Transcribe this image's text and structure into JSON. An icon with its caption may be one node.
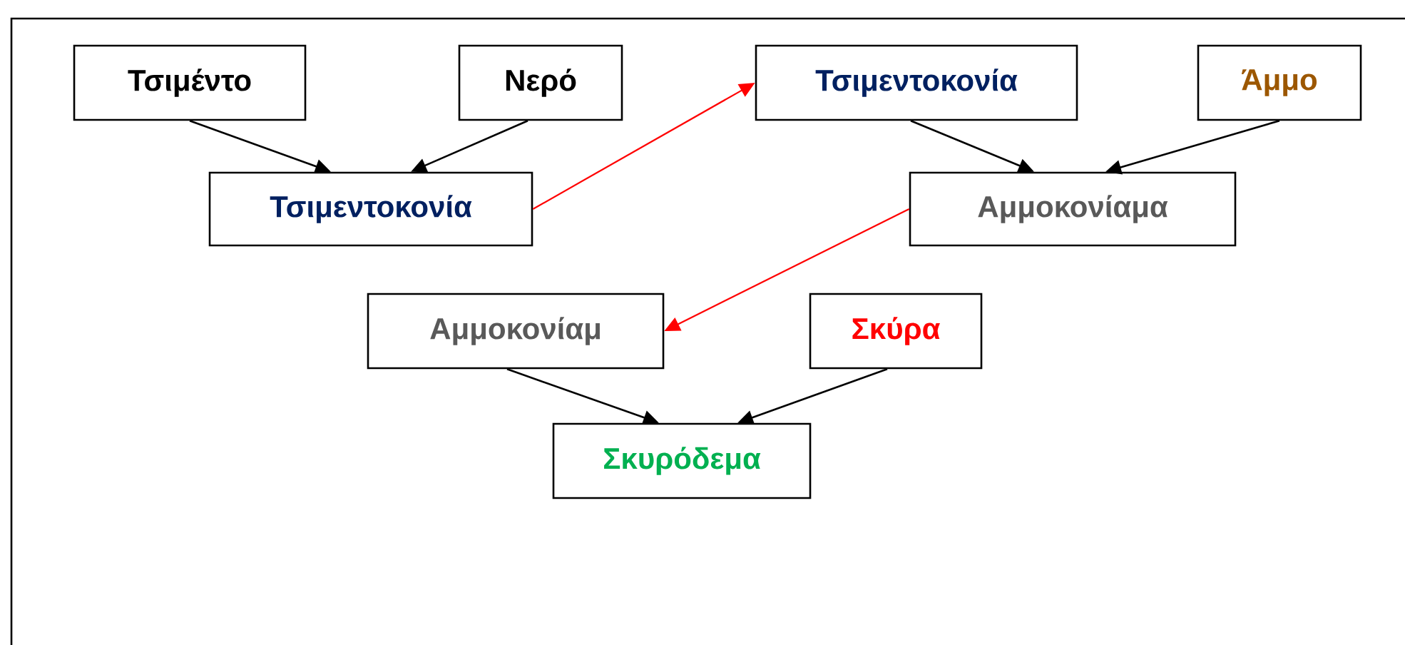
{
  "diagram": {
    "nodes": [
      {
        "text": [
          "Τσιμέντο"
        ]
      },
      {
        "text": [
          "Νερό"
        ]
      },
      {
        "text": [
          "Τσιμεντοκονία"
        ]
      },
      {
        "text": [
          "Τσιμεντοκονία"
        ]
      },
      {
        "text": [
          "Άμμο"
        ]
      },
      {
        "text": [
          "Αμμοκονίαμα"
        ]
      },
      {
        "text": [
          "Αμμοκονίαμ"
        ]
      },
      {
        "text": [
          "Σκύρα"
        ]
      },
      {
        "text": [
          "Σκυρόδεμα"
        ]
      }
    ],
    "edges": [
      {
        "from": 0,
        "to": 2,
        "arrow": "to"
      },
      {
        "from": 1,
        "to": 2,
        "arrow": "to"
      },
      {
        "from": 2,
        "to": 3,
        "arrow": "to",
        "color": "#ff0000"
      },
      {
        "from": 3,
        "to": 5,
        "arrow": "to"
      },
      {
        "from": 4,
        "to": 5,
        "arrow": "to"
      },
      {
        "from": 5,
        "to": 6,
        "arrow": "to",
        "color": "#ff0000"
      },
      {
        "from": 6,
        "to": 8,
        "arrow": "to"
      },
      {
        "from": 7,
        "to": 8,
        "arrow": "to"
      }
    ]
  }
}
